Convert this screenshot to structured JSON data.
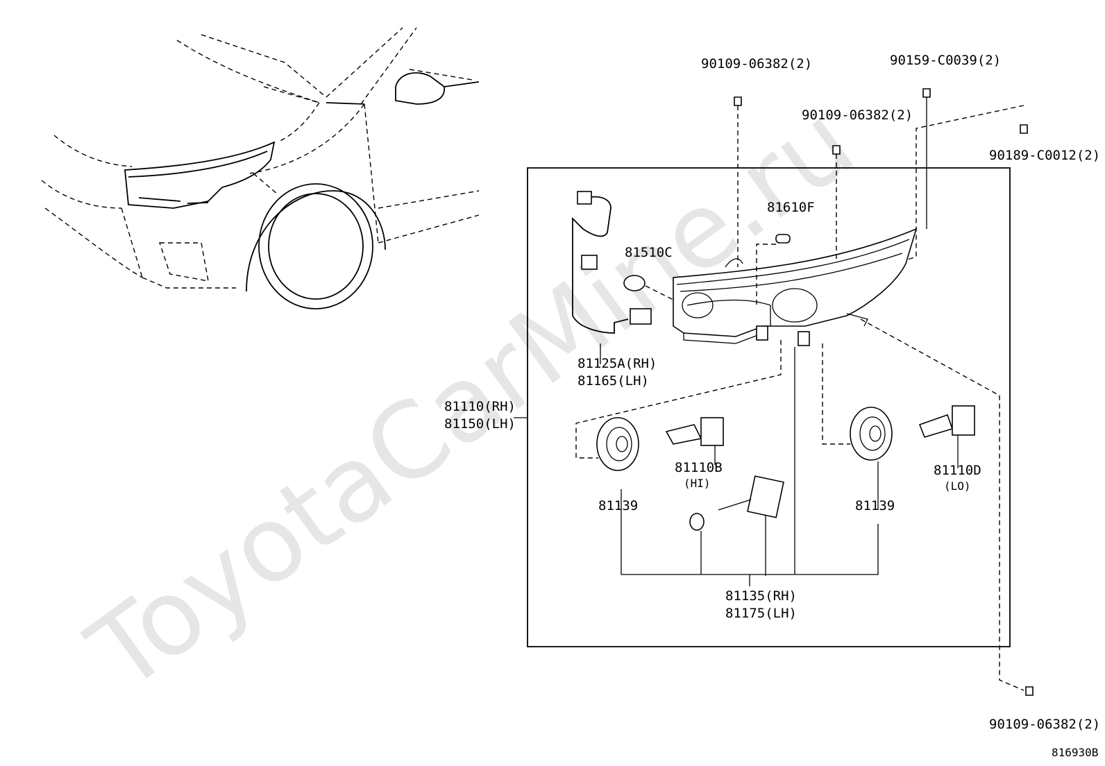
{
  "watermark": "ToyotaCarMine.ru",
  "diagram_id": "816930B",
  "labels": {
    "bolt_top_left": "90109-06382(2)",
    "bolt_top_right": "90159-C0039(2)",
    "bolt_mid": "90109-06382(2)",
    "clip_right": "90189-C0012(2)",
    "bolt_bottom": "90109-06382(2)",
    "side_bulb": "81610F",
    "turn_bulb": "81510C",
    "wire_rh": "81125A(RH)",
    "wire_lh": "81165(LH)",
    "unit_rh": "81110(RH)",
    "unit_lh": "81150(LH)",
    "bulb_hi": "81110B",
    "bulb_hi_note": "(HI)",
    "bulb_lo": "81110D",
    "bulb_lo_note": "(LO)",
    "cover_left": "81139",
    "cover_right": "81139",
    "assy_rh": "81135(RH)",
    "assy_lh": "81175(LH)"
  }
}
